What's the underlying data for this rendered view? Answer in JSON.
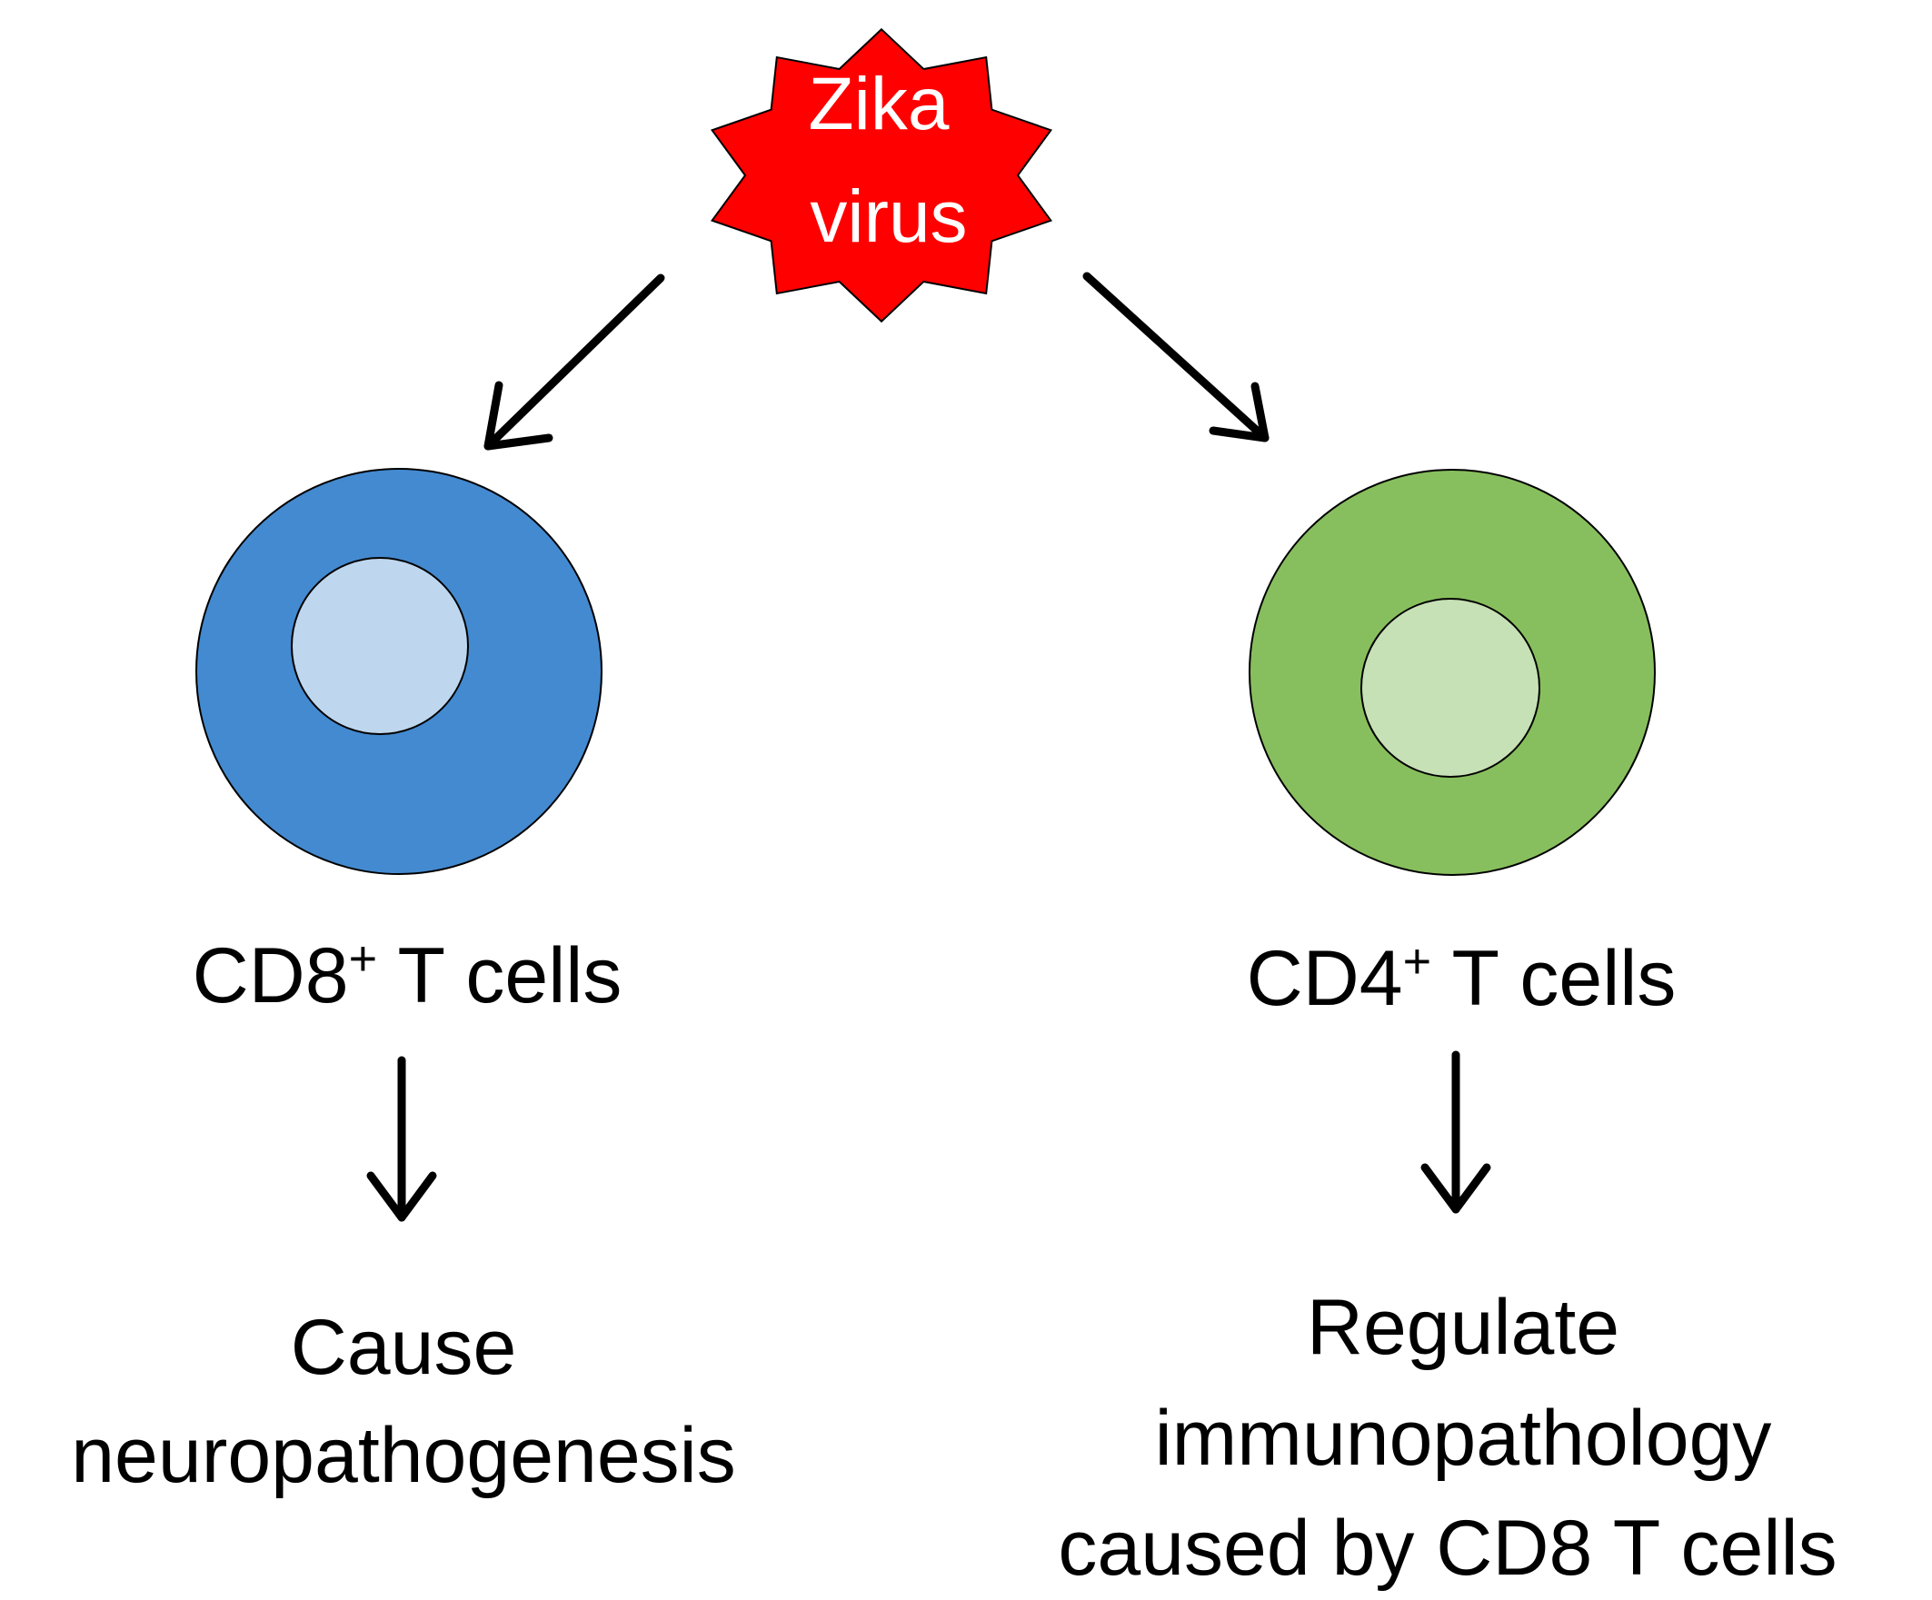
{
  "virus": {
    "line1": "Zika",
    "line2": "virus",
    "fill_color": "#ff0000",
    "text_color": "#ffffff"
  },
  "left_branch": {
    "cell_label_main": "CD8",
    "cell_label_sup": "+",
    "cell_label_rest": " T cells",
    "outcome_lines": [
      "Cause",
      "neuropathogenesis"
    ],
    "outer_color": "#448ad0",
    "inner_color": "#bed7ee"
  },
  "right_branch": {
    "cell_label_main": "CD4",
    "cell_label_sup": "+",
    "cell_label_rest": " T cells",
    "outcome_lines": [
      "Regulate",
      "immunopathology",
      "caused by CD8 T cells"
    ],
    "outer_color": "#88bf5e",
    "inner_color": "#c7e1b6"
  },
  "arrow_color": "#000000"
}
